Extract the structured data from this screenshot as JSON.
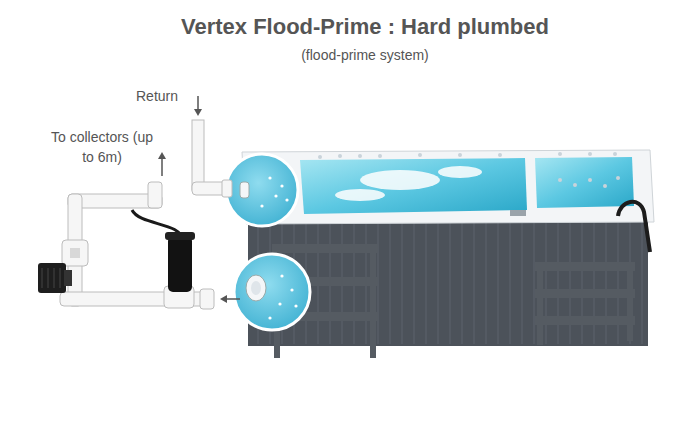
{
  "diagram": {
    "title": "Vertex Flood-Prime : Hard plumbed",
    "labels": [
      "(flood-prime system)",
      "Return",
      "To collectors (up to 6m)"
    ]
  }
}
